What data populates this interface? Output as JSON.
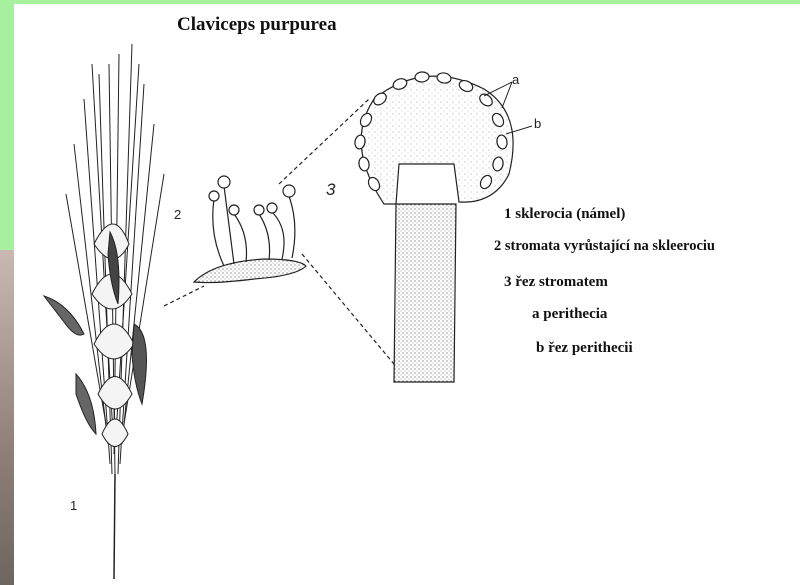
{
  "title": "Claviceps purpurea",
  "labels": {
    "one": "1",
    "two": "2",
    "three": "3",
    "a": "a",
    "b": "b"
  },
  "legend": [
    "1 sklerocia (námel)",
    "2 stromata vyrůstající na skleerociu",
    "3 řez stromatem",
    "a perithecia",
    "b řez perithecii"
  ],
  "colors": {
    "background_green": "#a6f0a0",
    "ink": "#222222",
    "paper": "#ffffff"
  }
}
